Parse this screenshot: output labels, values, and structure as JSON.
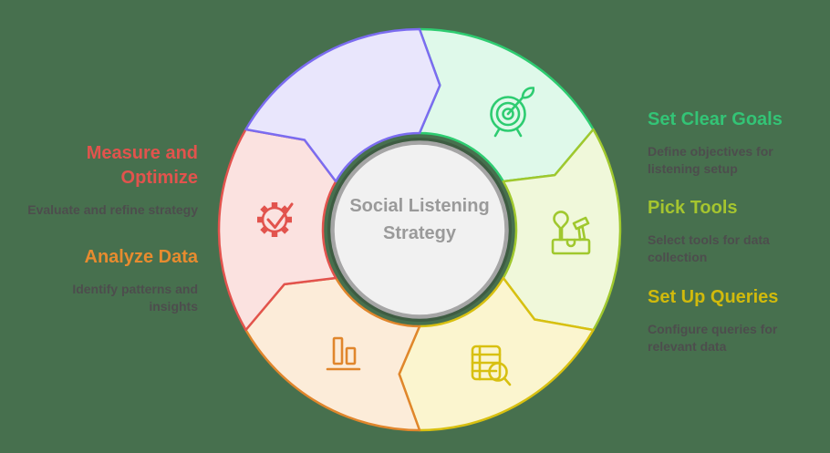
{
  "canvas": {
    "background": "#47704e"
  },
  "center": {
    "title_lines": [
      "Social Listening",
      "Strategy"
    ],
    "text_color": "#9a9a9a",
    "fill": "#f1f1f1",
    "border_color": "#a5a5a5",
    "ring_color": "#3e5c42"
  },
  "wheel": {
    "segments": [
      {
        "id": "set-clear-goals",
        "fill": "#dff9ea",
        "border": "#2ecc71",
        "icon": "target-icon"
      },
      {
        "id": "pick-tools",
        "fill": "#f0f8da",
        "border": "#a0c82e",
        "icon": "tools-icon"
      },
      {
        "id": "set-up-queries",
        "fill": "#fbf5cf",
        "border": "#d8c011",
        "icon": "table-search-icon"
      },
      {
        "id": "analyze-data",
        "fill": "#fcecd9",
        "border": "#e0862c",
        "icon": "bar-chart-icon"
      },
      {
        "id": "measure-and-optimize",
        "fill": "#fbe2e0",
        "border": "#e2534d",
        "icon": "gear-check-icon"
      },
      {
        "id": "start-blank",
        "fill": "#e9e6fc",
        "border": "#7b6cf0",
        "icon": ""
      }
    ]
  },
  "labels": {
    "body_color": "#4d4d4d",
    "right": [
      {
        "title": "Set Clear Goals",
        "color": "#33c476",
        "desc": "Define objectives for listening setup"
      },
      {
        "title": "Pick Tools",
        "color": "#a5c52f",
        "desc": "Select tools for data collection"
      },
      {
        "title": "Set Up Queries",
        "color": "#d1ba0c",
        "desc": "Configure queries for relevant data"
      }
    ],
    "left": [
      {
        "title": "Measure and Optimize",
        "color": "#e2534d",
        "desc": "Evaluate and refine strategy"
      },
      {
        "title": "Analyze Data",
        "color": "#e78b2f",
        "desc": "Identify patterns and insights"
      }
    ]
  }
}
